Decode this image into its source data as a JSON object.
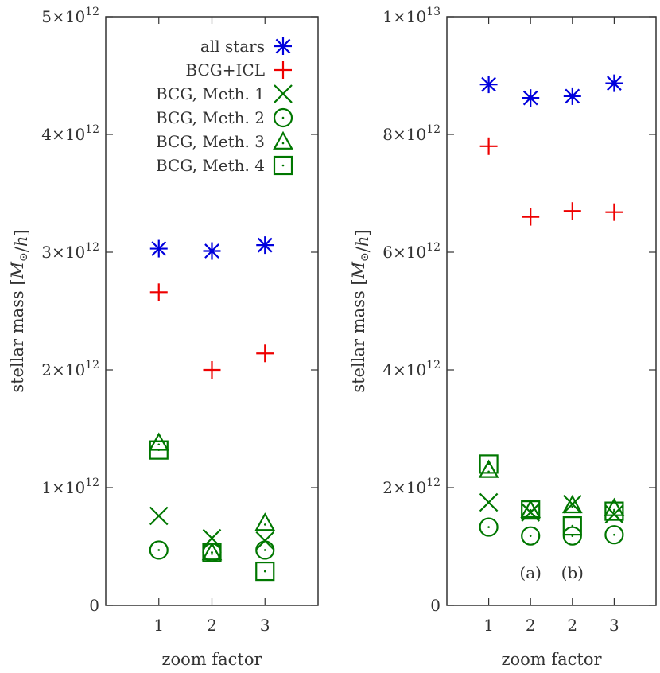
{
  "chart_data": [
    {
      "type": "scatter",
      "panel": "left",
      "xlabel": "zoom factor",
      "ylabel": "stellar mass [M⊙/h]",
      "ylim": [
        0,
        5000000000000.0
      ],
      "yticks": [
        {
          "value": 0,
          "mantissa": "0",
          "exp": ""
        },
        {
          "value": 1000000000000.0,
          "mantissa": "1×10",
          "exp": "12"
        },
        {
          "value": 2000000000000.0,
          "mantissa": "2×10",
          "exp": "12"
        },
        {
          "value": 3000000000000.0,
          "mantissa": "3×10",
          "exp": "12"
        },
        {
          "value": 4000000000000.0,
          "mantissa": "4×10",
          "exp": "12"
        },
        {
          "value": 5000000000000.0,
          "mantissa": "5×10",
          "exp": "12"
        }
      ],
      "categories": [
        "1",
        "2",
        "3"
      ],
      "legend_position": "top-right",
      "series": [
        {
          "name": "all stars",
          "marker": "asterisk",
          "color": "#0000dd",
          "values": [
            3030000000000.0,
            3010000000000.0,
            3060000000000.0
          ]
        },
        {
          "name": "BCG+ICL",
          "marker": "plus",
          "color": "#ee0000",
          "values": [
            2660000000000.0,
            2000000000000.0,
            2140000000000.0
          ]
        },
        {
          "name": "BCG, Meth. 1",
          "marker": "cross",
          "color": "#007700",
          "values": [
            760000000000.0,
            570000000000.0,
            550000000000.0
          ]
        },
        {
          "name": "BCG, Meth. 2",
          "marker": "circle",
          "color": "#007700",
          "values": [
            470000000000.0,
            450000000000.0,
            470000000000.0
          ]
        },
        {
          "name": "BCG, Meth. 3",
          "marker": "triangle",
          "color": "#007700",
          "values": [
            1380000000000.0,
            450000000000.0,
            700000000000.0
          ]
        },
        {
          "name": "BCG, Meth. 4",
          "marker": "square",
          "color": "#007700",
          "values": [
            1320000000000.0,
            450000000000.0,
            290000000000.0
          ]
        }
      ]
    },
    {
      "type": "scatter",
      "panel": "right",
      "xlabel": "zoom factor",
      "ylabel": "stellar mass [M⊙/h]",
      "ylim": [
        0,
        10000000000000.0
      ],
      "yticks": [
        {
          "value": 0,
          "mantissa": "0",
          "exp": ""
        },
        {
          "value": 2000000000000.0,
          "mantissa": "2×10",
          "exp": "12"
        },
        {
          "value": 4000000000000.0,
          "mantissa": "4×10",
          "exp": "12"
        },
        {
          "value": 6000000000000.0,
          "mantissa": "6×10",
          "exp": "12"
        },
        {
          "value": 8000000000000.0,
          "mantissa": "8×10",
          "exp": "12"
        },
        {
          "value": 10000000000000.0,
          "mantissa": "1×10",
          "exp": "13"
        }
      ],
      "categories": [
        "1",
        "2",
        "2",
        "3"
      ],
      "annotations": [
        "(a)",
        "(b)"
      ],
      "series": [
        {
          "name": "all stars",
          "marker": "asterisk",
          "color": "#0000dd",
          "values": [
            8850000000000.0,
            8620000000000.0,
            8650000000000.0,
            8870000000000.0
          ]
        },
        {
          "name": "BCG+ICL",
          "marker": "plus",
          "color": "#ee0000",
          "values": [
            7800000000000.0,
            6600000000000.0,
            6700000000000.0,
            6680000000000.0
          ]
        },
        {
          "name": "BCG, Meth. 1",
          "marker": "cross",
          "color": "#007700",
          "values": [
            1750000000000.0,
            1580000000000.0,
            1720000000000.0,
            1550000000000.0
          ]
        },
        {
          "name": "BCG, Meth. 2",
          "marker": "circle",
          "color": "#007700",
          "values": [
            1330000000000.0,
            1180000000000.0,
            1180000000000.0,
            1200000000000.0
          ]
        },
        {
          "name": "BCG, Meth. 3",
          "marker": "triangle",
          "color": "#007700",
          "values": [
            2300000000000.0,
            1620000000000.0,
            1700000000000.0,
            1650000000000.0
          ]
        },
        {
          "name": "BCG, Meth. 4",
          "marker": "square",
          "color": "#007700",
          "values": [
            2400000000000.0,
            1620000000000.0,
            1350000000000.0,
            1600000000000.0
          ]
        }
      ]
    }
  ]
}
